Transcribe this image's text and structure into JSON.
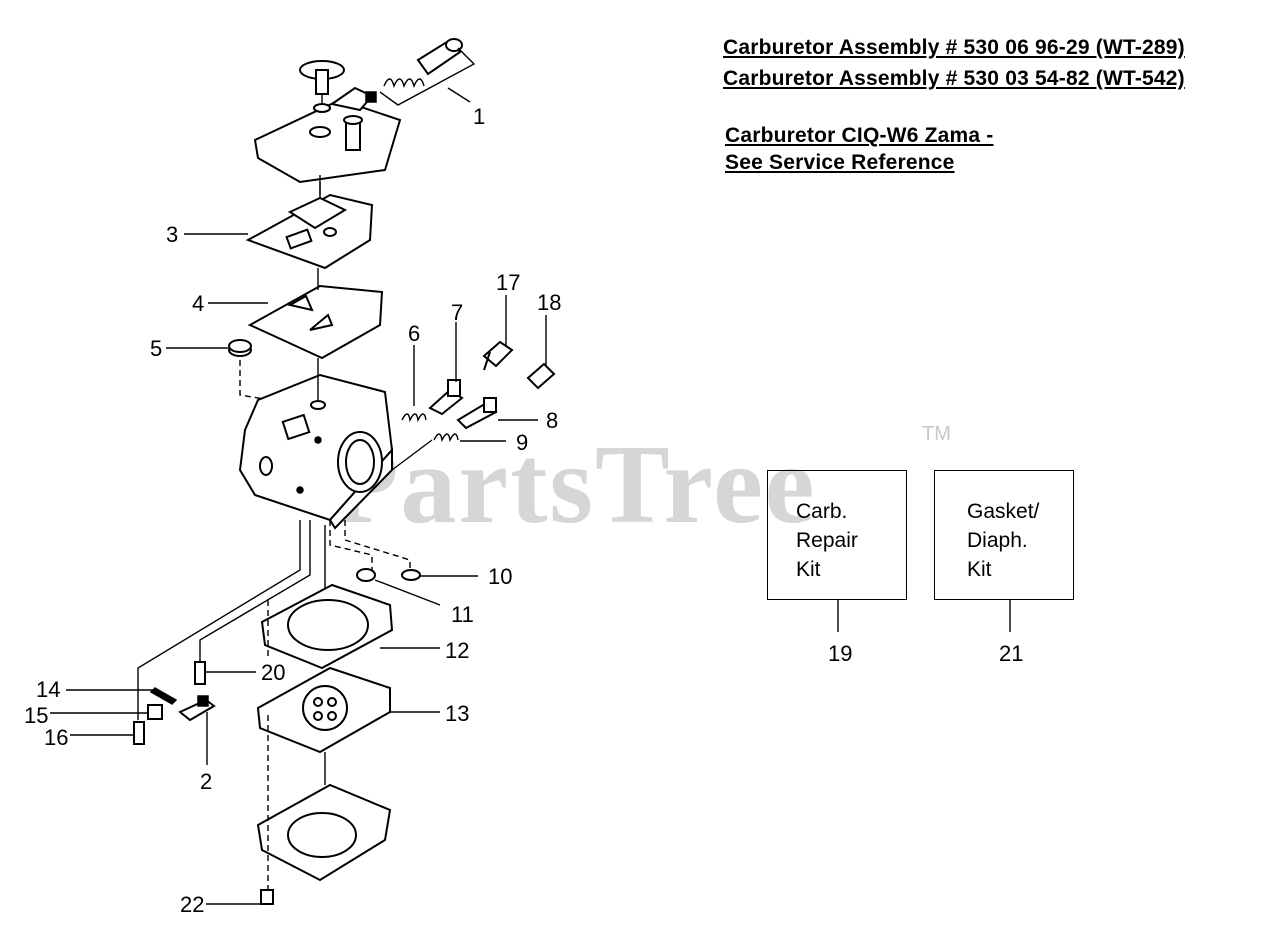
{
  "headers": [
    "Carburetor Assembly # 530 06 96-29 (WT-289)",
    "Carburetor Assembly # 530 03 54-82 (WT-542)"
  ],
  "reference": {
    "line1": "Carburetor CIQ-W6 Zama -",
    "line2": "See Service Reference"
  },
  "watermark": {
    "text": "PartsTree",
    "tm": "TM"
  },
  "kits": [
    {
      "text": "Carb.\nRepair\nKit",
      "number": "19"
    },
    {
      "text": "Gasket/\nDiaph.\nKit",
      "number": "21"
    }
  ],
  "callouts": {
    "c1": "1",
    "c2": "2",
    "c3": "3",
    "c4": "4",
    "c5": "5",
    "c6": "6",
    "c7": "7",
    "c8": "8",
    "c9": "9",
    "c10": "10",
    "c11": "11",
    "c12": "12",
    "c13": "13",
    "c14": "14",
    "c15": "15",
    "c16": "16",
    "c17": "17",
    "c18": "18",
    "c20": "20",
    "c22": "22"
  }
}
